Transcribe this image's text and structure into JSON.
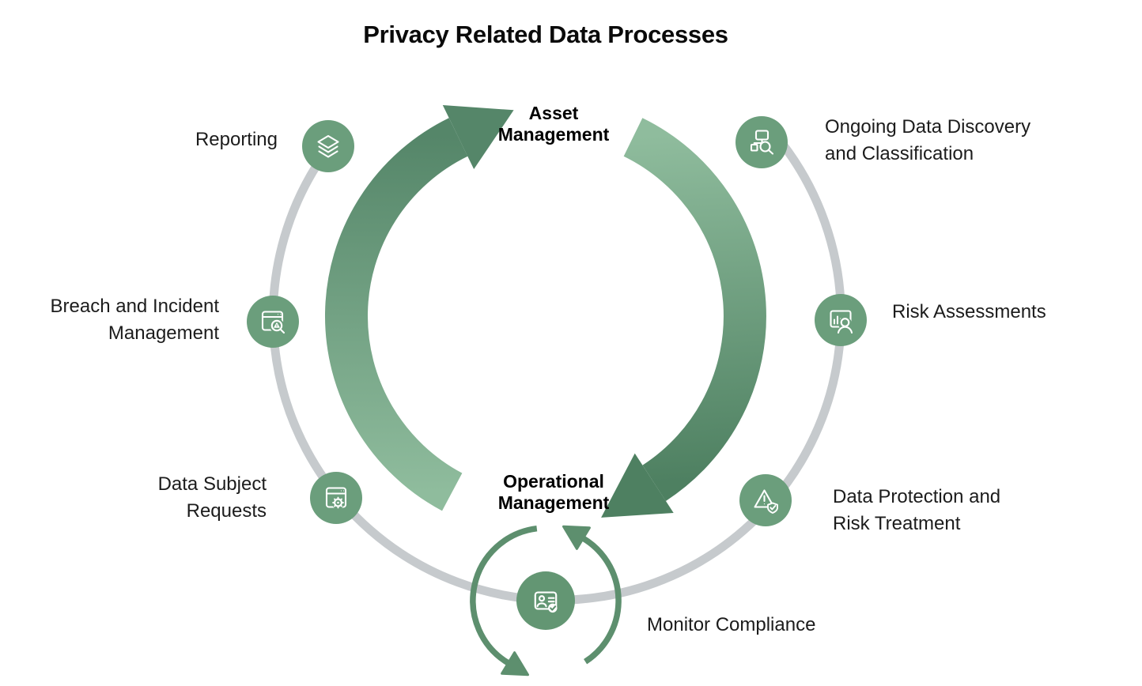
{
  "title": "Privacy Related Data Processes",
  "center_labels": {
    "asset": {
      "l1": "Asset",
      "l2": "Management"
    },
    "operational": {
      "l1": "Operational",
      "l2": "Management"
    }
  },
  "nodes": {
    "reporting": {
      "l1": "Reporting",
      "l2": ""
    },
    "discovery": {
      "l1": "Ongoing Data Discovery",
      "l2": "and Classification"
    },
    "risk": {
      "l1": "Risk Assessments",
      "l2": ""
    },
    "dataprotection": {
      "l1": "Data Protection and",
      "l2": "Risk Treatment"
    },
    "monitor": {
      "l1": "Monitor Compliance",
      "l2": ""
    },
    "dsr": {
      "l1": "Data Subject",
      "l2": "Requests"
    },
    "breach": {
      "l1": "Breach and Incident",
      "l2": "Management"
    }
  },
  "icons": {
    "reporting": "layers-icon",
    "discovery": "sitemap-search-icon",
    "risk": "presentation-person-icon",
    "dataprotection": "warning-shield-check-icon",
    "monitor": "id-card-check-icon",
    "dsr": "window-gear-icon",
    "breach": "window-search-alert-icon"
  },
  "colors": {
    "node_green": "#6b9e7c",
    "monitor_green": "#639673",
    "loop_green": "#5d8f6e",
    "arrow_light": "#8fbc9d",
    "arrow_dark_left": "#558669",
    "arrow_dark_right": "#4e8061",
    "ring_gray": "#c6cacd",
    "text_dark": "#1c1c1c"
  }
}
